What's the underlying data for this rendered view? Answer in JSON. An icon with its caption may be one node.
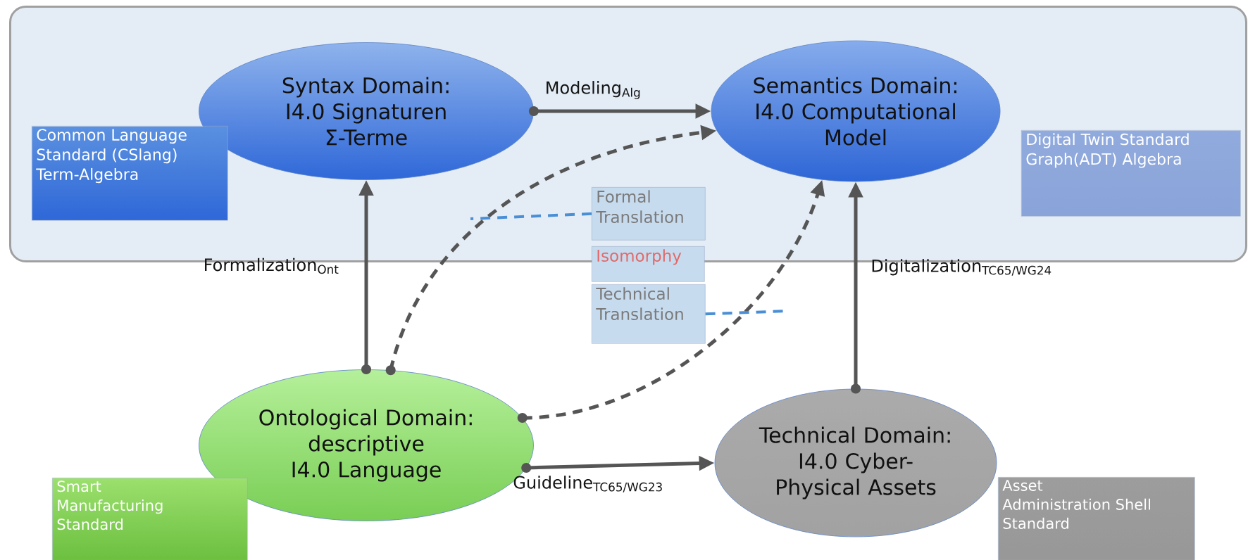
{
  "diagram": {
    "nodes": [
      {
        "text": [],
        "shape": "box"
      },
      {
        "text": [
          "Syntax Domain: I4.0 Signaturen Σ-Terme"
        ],
        "in": 0
      },
      {
        "text": [
          "Common Language Standard (CSlang) Term-Algebra"
        ],
        "in": 0
      },
      {
        "text": [
          "Semantics Domain: I4.0 Computational Model"
        ],
        "in": 0
      },
      {
        "text": [
          "Digital Twin Standard Graph(ADT) Algebra"
        ],
        "in": 0
      },
      {
        "text": [
          "Formal Translation"
        ],
        "in": 0
      },
      {
        "text": [
          "Isomorphy"
        ]
      },
      {
        "text": [
          "Technical Translation"
        ]
      },
      {
        "text": [
          "Ontological Domain: descriptive I4.0 Language"
        ]
      },
      {
        "text": [
          "Smart Manufacturing Standard"
        ]
      },
      {
        "text": [
          "Technical Domain: I4.0 Cyber-Physical Assets"
        ]
      },
      {
        "text": [
          "Asset Administration Shell Standard"
        ]
      }
    ],
    "edges": [
      {
        "from": 1,
        "to": 3,
        "arrow": "to",
        "label": "Modeling$_{Alg}$"
      },
      {
        "from": 8,
        "to": 1,
        "arrow": "to",
        "label": "Formalization$_{Ont}$"
      },
      {
        "from": 10,
        "to": 3,
        "arrow": "to",
        "label": "Digitalization$_{TC65/WG24}$"
      },
      {
        "from": 8,
        "to": 10,
        "arrow": "to",
        "label": "Guideline$_{TC65/WG23}$"
      },
      {
        "from": 8,
        "to": 3,
        "arrow": "to",
        "style": "dashed"
      },
      {
        "from": 8,
        "to": 3,
        "arrow": "to",
        "style": "dashed"
      },
      {
        "from": 5,
        "to": null,
        "arrow": "none",
        "style": "dashed",
        "color": "#4a8fd6"
      },
      {
        "from": 7,
        "to": null,
        "arrow": "none",
        "style": "dashed",
        "color": "#4a8fd6"
      }
    ]
  }
}
